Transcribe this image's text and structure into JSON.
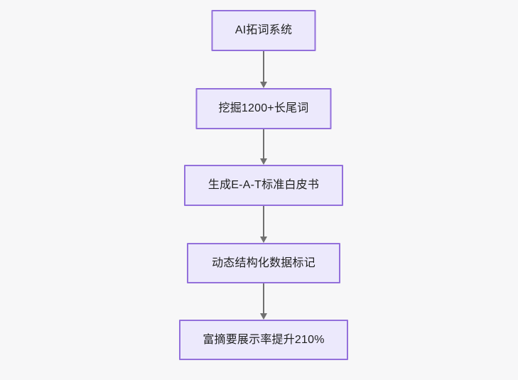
{
  "diagram": {
    "type": "flowchart",
    "direction": "top-to-bottom",
    "background_color": "#f7f7f8",
    "node_fill_color": "#ece9fc",
    "node_border_color": "#9370db",
    "node_text_color": "#1f2020",
    "edge_color": "#707070",
    "nodes": [
      {
        "id": "n1",
        "label": "AI拓词系统"
      },
      {
        "id": "n2",
        "label": "挖掘1200+长尾词"
      },
      {
        "id": "n3",
        "label": "生成E-A-T标准白皮书"
      },
      {
        "id": "n4",
        "label": "动态结构化数据标记"
      },
      {
        "id": "n5",
        "label": "富摘要展示率提升210%"
      }
    ],
    "edges": [
      {
        "id": "e1",
        "from": "n1",
        "to": "n2",
        "label": "",
        "arrow": "arrow-down-icon"
      },
      {
        "id": "e2",
        "from": "n2",
        "to": "n3",
        "label": "",
        "arrow": "arrow-down-icon"
      },
      {
        "id": "e3",
        "from": "n3",
        "to": "n4",
        "label": "",
        "arrow": "arrow-down-icon"
      },
      {
        "id": "e4",
        "from": "n4",
        "to": "n5",
        "label": "",
        "arrow": "arrow-down-icon"
      }
    ]
  }
}
